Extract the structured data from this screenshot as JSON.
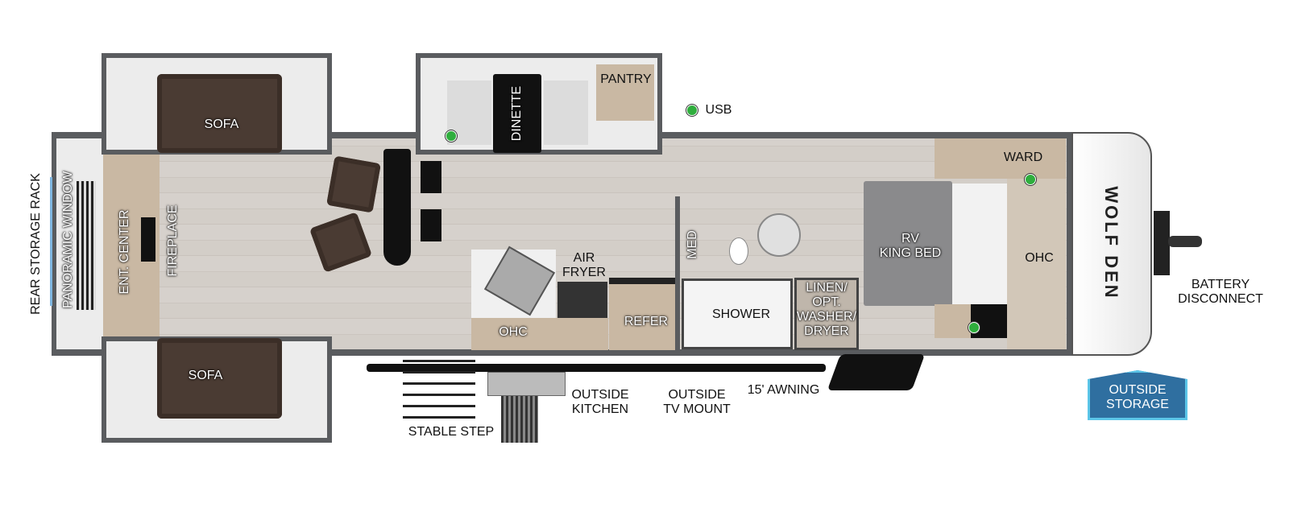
{
  "labels": {
    "rear_storage_rack": "REAR STORAGE RACK",
    "panoramic_window": "PANORAMIC WINDOW",
    "ent_center": "ENT. CENTER",
    "fireplace": "FIREPLACE",
    "sofa_top": "SOFA",
    "sofa_bottom": "SOFA",
    "dinette": "DINETTE",
    "pantry": "PANTRY",
    "usb": "USB",
    "air_fryer": "AIR\nFRYER",
    "ohc_kitchen": "OHC",
    "refer": "REFER",
    "med": "MED",
    "shower": "SHOWER",
    "linen": "LINEN/\nOPT.\nWASHER/\nDRYER",
    "bed": "RV\nKING BED",
    "ward": "WARD",
    "ohc_bedroom": "OHC",
    "battery_disconnect": "BATTERY\nDISCONNECT",
    "outside_storage": "OUTSIDE\nSTORAGE",
    "stable_step": "STABLE STEP",
    "outside_kitchen": "OUTSIDE\nKITCHEN",
    "outside_tv_mount": "OUTSIDE\nTV MOUNT",
    "awning": "15' AWNING"
  },
  "brand_logo": "WOLF DEN",
  "colors": {
    "usb_dot": "#2fae3d",
    "storage_badge": "#2f6fa0",
    "window": "#7fb6e0"
  }
}
